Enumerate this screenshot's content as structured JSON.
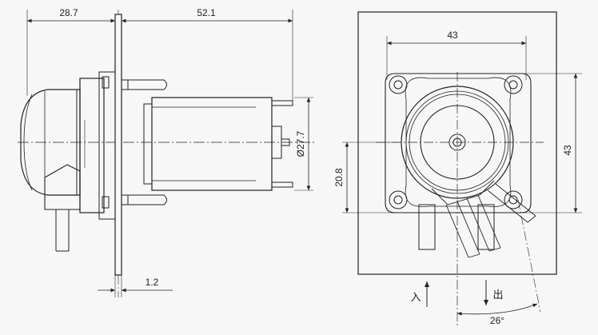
{
  "side_view": {
    "dim_left_length": "28.7",
    "dim_right_length": "52.1",
    "dim_motor_diameter": "Ø27.7",
    "dim_plate_thickness": "1.2"
  },
  "front_view": {
    "dim_hole_spacing_horizontal": "43",
    "dim_hole_spacing_vertical": "43",
    "dim_tube_offset": "20.8",
    "label_inlet": "入",
    "label_outlet": "出",
    "dim_tube_angle": "26°"
  },
  "colors": {
    "line": "#222222",
    "background": "#f7f7f7",
    "centerline": "#333333"
  }
}
